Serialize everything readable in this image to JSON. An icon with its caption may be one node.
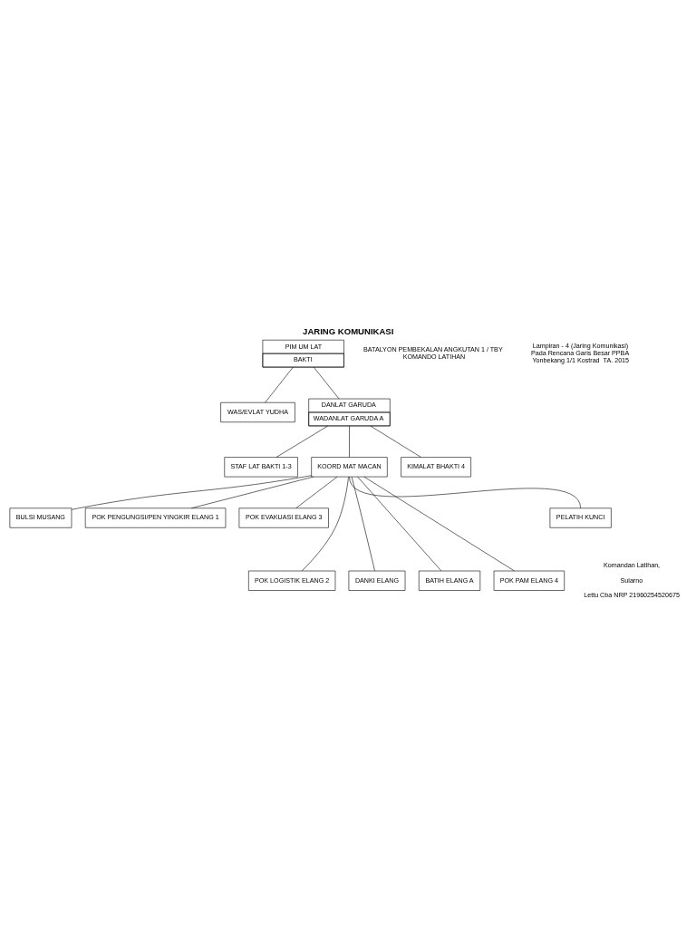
{
  "diagram": {
    "title": "JARING KOMUNIKASI",
    "nodes": [
      {
        "text": [
          "PIM UM LAT",
          "BAKTI"
        ]
      },
      {
        "text": [
          "WAS/EVLAT YUDHA"
        ]
      },
      {
        "text": [
          "DANLAT GARUDA",
          "WADANLAT GARUDA A"
        ]
      },
      {
        "text": [
          "STAF LAT BAKTI 1-3"
        ]
      },
      {
        "text": [
          "KOORD MAT MACAN"
        ]
      },
      {
        "text": [
          "PELATIH KUNCI"
        ]
      },
      {
        "text": [
          "KIMALAT BHAKTI 4"
        ]
      },
      {
        "text": [
          "BULSI MUSANG"
        ]
      },
      {
        "text": [
          "POK PENGUNGSI/PEN YINGKIR ELANG 1"
        ]
      },
      {
        "text": [
          "POK EVAKUASI ELANG 3"
        ]
      },
      {
        "text": [
          "POK LOGISTIK ELANG 2"
        ]
      },
      {
        "text": [
          "DANKI ELANG"
        ]
      },
      {
        "text": [
          "BATIH ELANG A"
        ]
      },
      {
        "text": [
          "POK PAM ELANG 4"
        ]
      }
    ],
    "edges": [
      {
        "from": 0,
        "to": 1,
        "arrow": "none"
      },
      {
        "from": 0,
        "to": 2,
        "arrow": "none"
      },
      {
        "from": 2,
        "to": 3,
        "arrow": "none"
      },
      {
        "from": 2,
        "to": 4,
        "arrow": "none"
      },
      {
        "from": 2,
        "to": 6,
        "arrow": "none"
      },
      {
        "from": 5,
        "to": 4,
        "arrow": "none"
      },
      {
        "from": 4,
        "to": 7,
        "arrow": "none"
      },
      {
        "from": 4,
        "to": 8,
        "arrow": "none"
      },
      {
        "from": 4,
        "to": 9,
        "arrow": "none"
      },
      {
        "from": 4,
        "to": 10,
        "arrow": "none"
      },
      {
        "from": 4,
        "to": 11,
        "arrow": "none"
      },
      {
        "from": 4,
        "to": 12,
        "arrow": "none"
      },
      {
        "from": 4,
        "to": 13,
        "arrow": "none"
      }
    ],
    "labels": [
      "BATALYON PEMBEKALAN ANGKUTAN 1 / TBY",
      "KOMANDO LATIHAN",
      "Lampiran - 4 (Jaring Komunikasi)",
      "Pada Rencana Garis Besar PPBA",
      "Yonbekang 1/1 Kostrad  TA. 2015",
      "Komandan Latihan,",
      "Sularno",
      "Lettu Cba NRP 21960254520675"
    ]
  }
}
